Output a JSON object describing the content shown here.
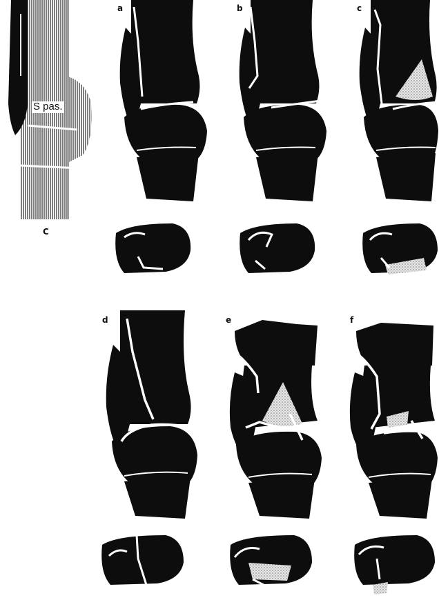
{
  "labels": {
    "schematic": "C",
    "annotation": "S pas.",
    "panel_a": "a",
    "panel_b": "b",
    "panel_c": "c",
    "panel_d": "d",
    "panel_e": "e",
    "panel_f": "f"
  },
  "colors": {
    "bone": "#0d0d0d",
    "fracture_line": "#ffffff",
    "fragment_stipple": "#c8c8c8",
    "hatching": "#2a2a2a",
    "background": "#ffffff"
  }
}
